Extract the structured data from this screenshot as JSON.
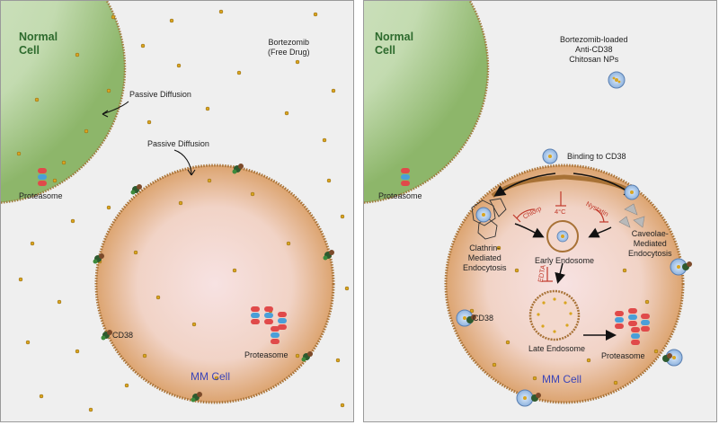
{
  "left_panel": {
    "normal_cell_line1": "Normal",
    "normal_cell_line2": "Cell",
    "free_drug_line1": "Bortezomib",
    "free_drug_line2": "(Free Drug)",
    "passive_diffusion_1": "Passive Diffusion",
    "passive_diffusion_2": "Passive Diffusion",
    "proteasome_normal": "Proteasome",
    "cd38": "CD38",
    "proteasome_mm": "Proteasome",
    "mm_cell": "MM  Cell"
  },
  "right_panel": {
    "normal_cell_line1": "Normal",
    "normal_cell_line2": "Cell",
    "np_line1": "Bortezomib-loaded",
    "np_line2": "Anti-CD38",
    "np_line3": "Chitosan NPs",
    "binding": "Binding to CD38",
    "proteasome_normal": "Proteasome",
    "inhibitor_4c": "4°C",
    "inhibitor_chlorp": "Chlorp",
    "inhibitor_nystatin": "Nystatin",
    "inhibitor_edta": "EDTA",
    "clathrin_line1": "Clathrin-",
    "clathrin_line2": "Mediated",
    "clathrin_line3": "Endocytosis",
    "caveolae_line1": "Caveolae-",
    "caveolae_line2": "Mediated",
    "caveolae_line3": "Endocytosis",
    "early_endosome": "Early Endosome",
    "late_endosome": "Late Endosome",
    "cd38": "CD38",
    "proteasome_mm": "Proteasome",
    "mm_cell": "MM  Cell"
  },
  "colors": {
    "normal_cell_center": "#d9e8cf",
    "normal_cell_edge": "#8db66a",
    "mm_cell_center": "#f6dcdc",
    "mm_cell_edge": "#e0a46a",
    "membrane": "#b07a3e",
    "drug_dot": "#d9a520",
    "inhibitor_red": "#c0392b",
    "np_blue": "#9fc0e8"
  }
}
